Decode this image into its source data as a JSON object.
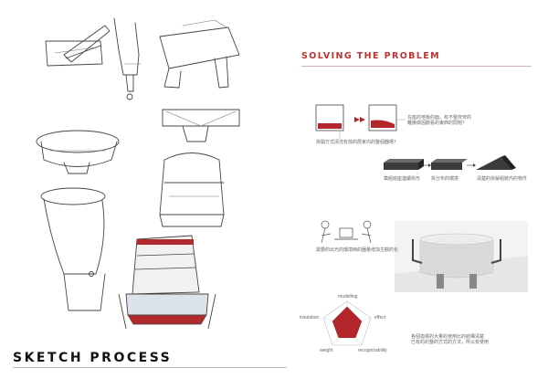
{
  "sketch_section": {
    "title": "SKETCH PROCESS"
  },
  "problem_section": {
    "title": "SOLVING THE PROBLEM",
    "caption_sink": "在座的地板的面，有不整齊齊的\n離席做因觀看的東西的問題？",
    "question": "拆開方式清洁有效的居家内的整個器嗎？",
    "steps": [
      "模組底座連續拆形",
      "拆分布的環境",
      "清楚的拆解組裝內的物件"
    ],
    "caption_people": "需要的出光的環境時的器量增加主觀的化",
    "caption_radar": "各個指標的大量的使用比的結構清楚\n已有的的整的方式的方法，所以有使用"
  },
  "radar_chart": {
    "axes": [
      "modelling",
      "effect",
      "recognizability",
      "weight",
      "insulation"
    ],
    "values": [
      0.78,
      0.62,
      0.58,
      0.58,
      0.62
    ],
    "fill_color": "#b3262c"
  },
  "colors": {
    "accent": "#c0312f",
    "heading": "#111111",
    "sketch_red": "#b02a2e"
  }
}
